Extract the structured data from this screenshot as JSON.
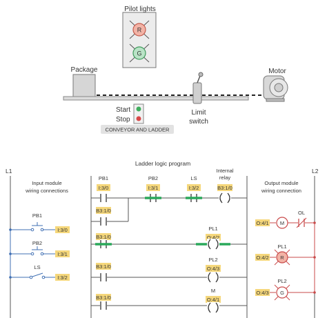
{
  "top": {
    "pilot_lights_label": "Pilot lights",
    "lamp_r": "R",
    "lamp_g": "G",
    "package_label": "Package",
    "motor_label": "Motor",
    "start_label": "Start",
    "stop_label": "Stop",
    "limit_label": "Limit",
    "switch_label": "switch",
    "panel_label": "CONVEYOR AND LADDER"
  },
  "ladder": {
    "title": "Ladder logic program",
    "l1": "L1",
    "l2": "L2",
    "input_title_1": "Input module",
    "input_title_2": "wiring connections",
    "output_title_1": "Output module",
    "output_title_2": "wiring connection",
    "pb1": "PB1",
    "pb2": "PB2",
    "ls": "LS",
    "internal_relay_1": "Internal",
    "internal_relay_2": "relay",
    "addr_i30": "I:3/0",
    "addr_i31": "I:3/1",
    "addr_i32": "I:3/2",
    "addr_b310": "B3:1/0",
    "addr_o41": "O:4/1",
    "addr_o42": "O:4/2",
    "addr_o43": "O:4/3",
    "pl1": "PL1",
    "pl2": "PL2",
    "m": "M",
    "ol": "OL",
    "coil_m": "M",
    "coil_r": "R",
    "coil_g": "G"
  },
  "colors": {
    "energized": "#2aa85a",
    "tag": "#f5d77b",
    "lamp_red": "#f2b3a6",
    "lamp_green": "#b9e3c6",
    "input_wire": "#3f6fb3",
    "output_wire": "#c94a4a"
  }
}
